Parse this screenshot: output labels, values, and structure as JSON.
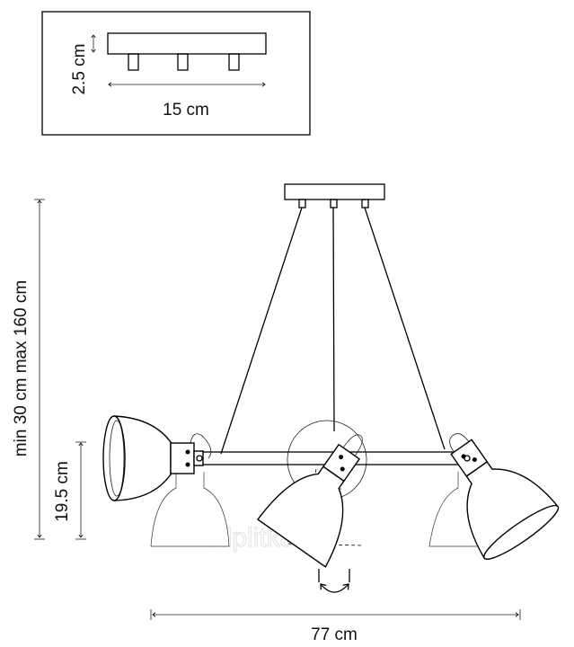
{
  "inset": {
    "height_label": "2.5 cm",
    "width_label": "15 cm"
  },
  "main": {
    "height_range_label": "min 30 cm max 160 cm",
    "shade_height_label": "19.5 cm",
    "width_label": "77 cm"
  },
  "watermark": "3dplitka.ru"
}
